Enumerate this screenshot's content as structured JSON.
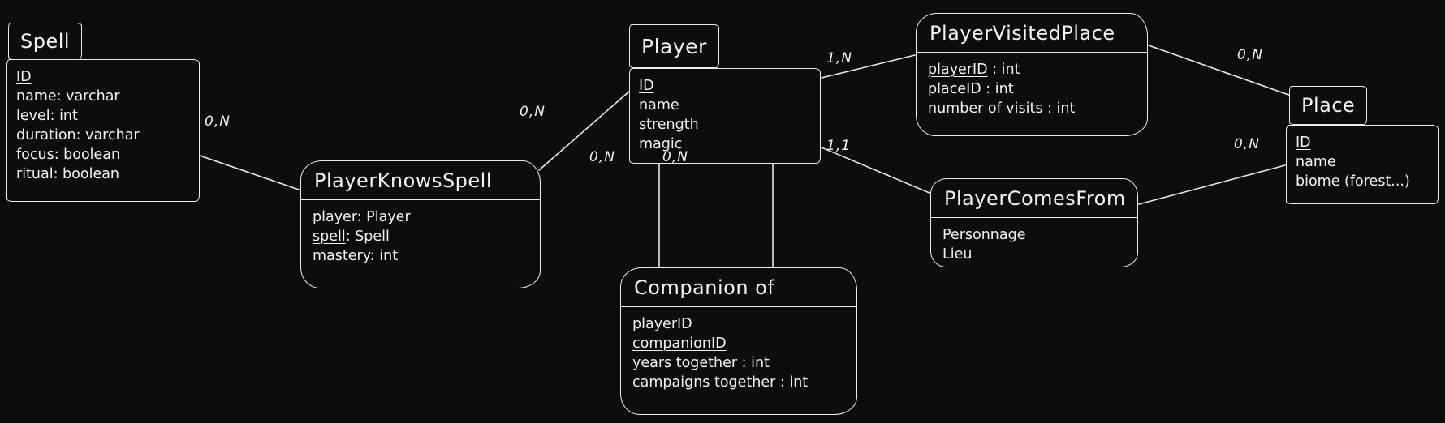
{
  "canvas": {
    "background": "#0d0d0d",
    "stroke": "#ececec",
    "text_color": "#f2f2f2"
  },
  "entities": {
    "spell": {
      "title": "Spell",
      "attrs": [
        {
          "u": "ID",
          "t": ""
        },
        {
          "u": "",
          "t": "name: varchar"
        },
        {
          "u": "",
          "t": "level: int"
        },
        {
          "u": "",
          "t": "duration: varchar"
        },
        {
          "u": "",
          "t": "focus: boolean"
        },
        {
          "u": "",
          "t": "ritual: boolean"
        }
      ]
    },
    "player": {
      "title": "Player",
      "attrs": [
        {
          "u": "ID",
          "t": ""
        },
        {
          "u": "",
          "t": "name"
        },
        {
          "u": "",
          "t": "strength"
        },
        {
          "u": "",
          "t": "magic"
        }
      ]
    },
    "place": {
      "title": "Place",
      "attrs": [
        {
          "u": "ID",
          "t": ""
        },
        {
          "u": "",
          "t": "name"
        },
        {
          "u": "",
          "t": "biome (forest...)"
        }
      ]
    }
  },
  "relations": {
    "playerKnowsSpell": {
      "title": "PlayerKnowsSpell",
      "attrs": [
        {
          "u": "player",
          "t": ": Player"
        },
        {
          "u": "spell",
          "t": ": Spell"
        },
        {
          "u": "",
          "t": "mastery: int"
        }
      ]
    },
    "playerVisitedPlace": {
      "title": "PlayerVisitedPlace",
      "attrs": [
        {
          "u": "playerID",
          "t": " : int"
        },
        {
          "u": "placeID",
          "t": " : int"
        },
        {
          "u": "",
          "t": "number of visits : int"
        }
      ]
    },
    "playerComesFrom": {
      "title": "PlayerComesFrom",
      "attrs": [
        {
          "u": "",
          "t": "Personnage"
        },
        {
          "u": "",
          "t": "Lieu"
        }
      ]
    },
    "companionOf": {
      "title": "Companion of",
      "attrs": [
        {
          "u": "playerID",
          "t": ""
        },
        {
          "u": "companionID",
          "t": ""
        },
        {
          "u": "",
          "t": "years together : int"
        },
        {
          "u": "",
          "t": "campaigns together : int"
        }
      ]
    }
  },
  "cardinalities": {
    "spell_knowsSpell": "0,N",
    "player_knowsSpell": "0,N",
    "player_visitedPlace": "1,N",
    "visitedPlace_place": "0,N",
    "player_comesFrom": "1,1",
    "comesFrom_place": "0,N",
    "companion_left": "0,N",
    "companion_right": "0,N"
  }
}
